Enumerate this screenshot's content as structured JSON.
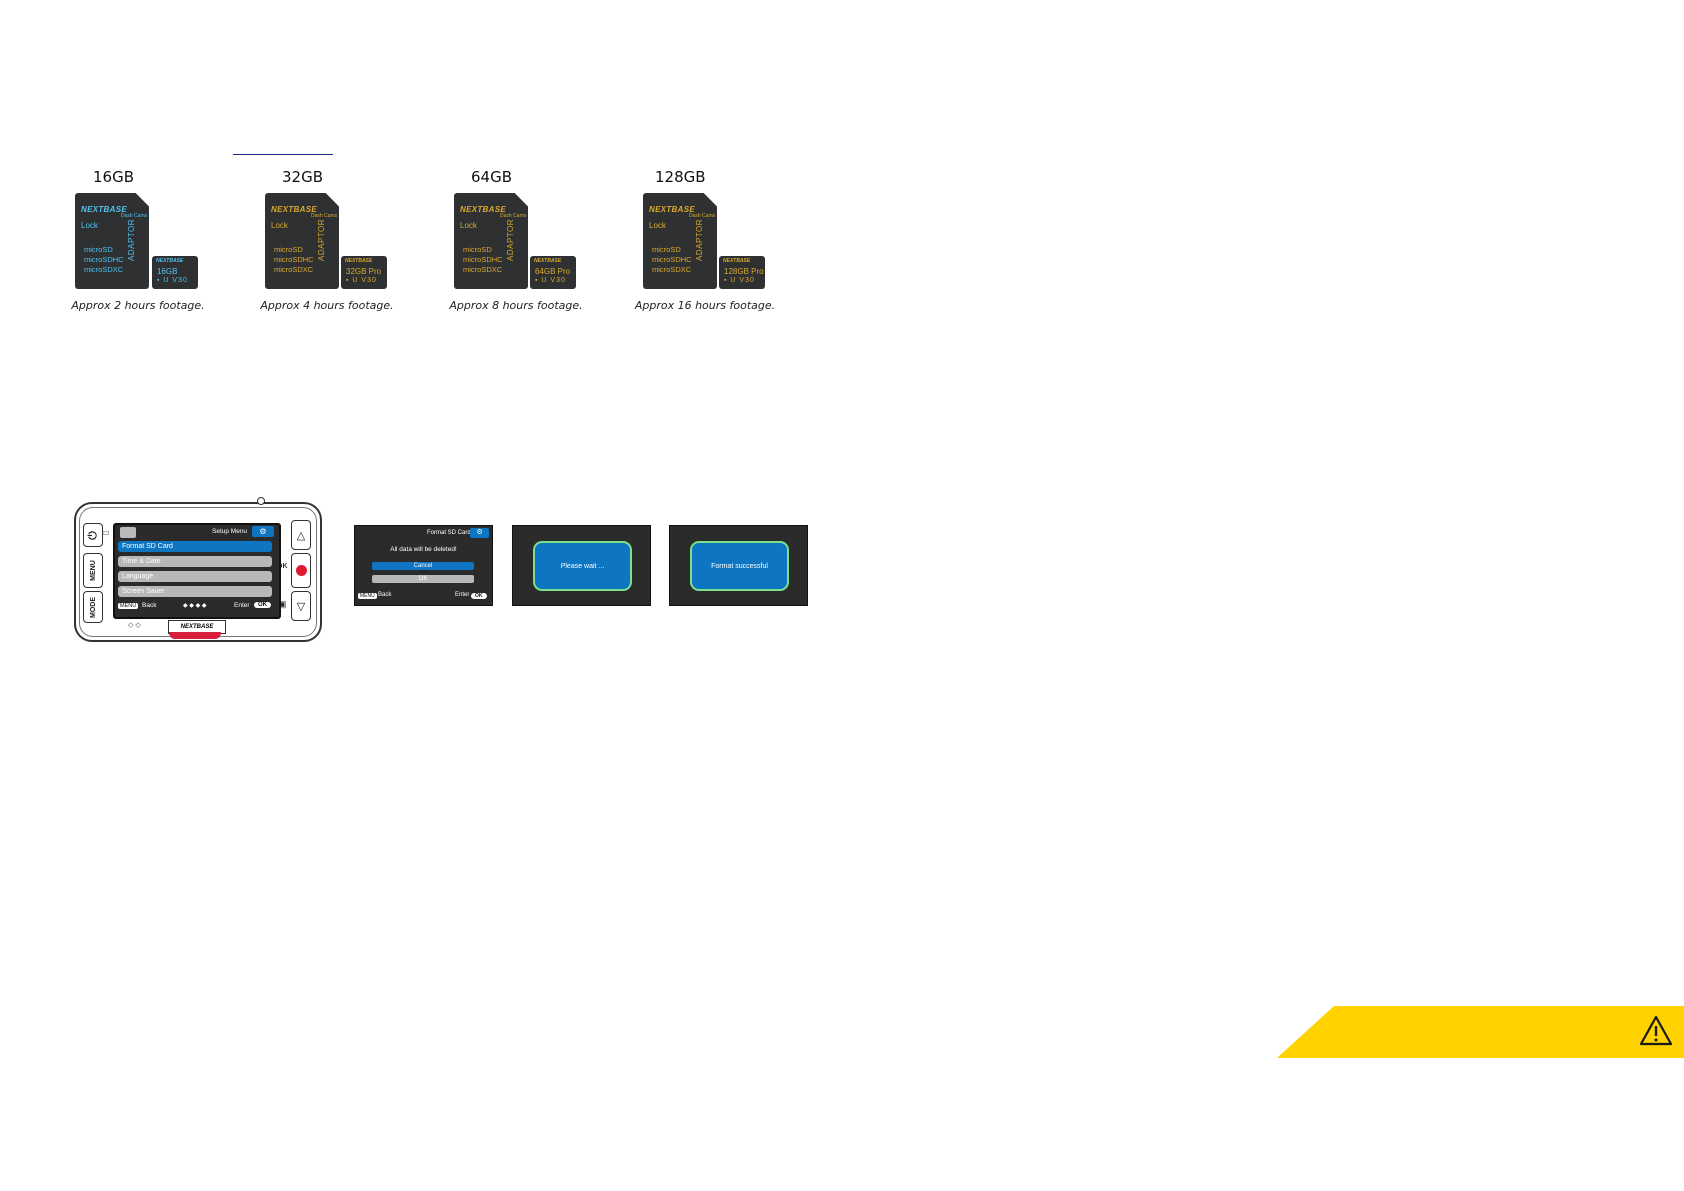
{
  "cards": [
    {
      "capacity": "16GB",
      "footage": "Approx 2 hours footage.",
      "theme": "blue",
      "micro_size": "16GB",
      "micro_class": "▪ U V30"
    },
    {
      "capacity": "32GB",
      "footage": "Approx 4 hours footage.",
      "theme": "gold",
      "micro_size": "32GB Pro",
      "micro_class": "▪ U V30"
    },
    {
      "capacity": "64GB",
      "footage": "Approx 8 hours footage.",
      "theme": "gold",
      "micro_size": "64GB Pro",
      "micro_class": "▪ U V30"
    },
    {
      "capacity": "128GB",
      "footage": "Approx 16 hours footage.",
      "theme": "gold",
      "micro_size": "128GB Pro",
      "micro_class": "▪ U V30"
    }
  ],
  "adaptor": {
    "brand": "NEXTBASE",
    "sub": "Dash Cams",
    "lock": "Lock",
    "line1": "microSD",
    "line2": "microSDHC",
    "line3": "microSDXC",
    "vertical": "ADAPTOR"
  },
  "colors": {
    "blue": "#4fc3f0",
    "gold": "#d9a92b",
    "banner": "#ffd200",
    "highlight": "#0d75c2"
  },
  "camera": {
    "brand": "NEXTBASE",
    "left_buttons": [
      "MENU",
      "MODE"
    ],
    "ok_label": "OK",
    "screen": {
      "title": "Setup Menu",
      "items": [
        "Format SD Card",
        "Time & Date",
        "Language",
        "Screen Saver"
      ],
      "back_key": "MENU",
      "back": "Back",
      "dots": "◆ ◆ ◆ ◆",
      "enter": "Enter",
      "ok": "OK"
    }
  },
  "screens": {
    "confirm": {
      "title": "Format SD Card",
      "message": "All data will be deleted!",
      "cancel": "Cancel",
      "ok": "OK",
      "back_key": "MENU",
      "back": "Back",
      "enter": "Enter",
      "enter_key": "OK"
    },
    "wait": "Please wait ...",
    "done": "Format successful"
  },
  "banner_icon": "warning-icon"
}
